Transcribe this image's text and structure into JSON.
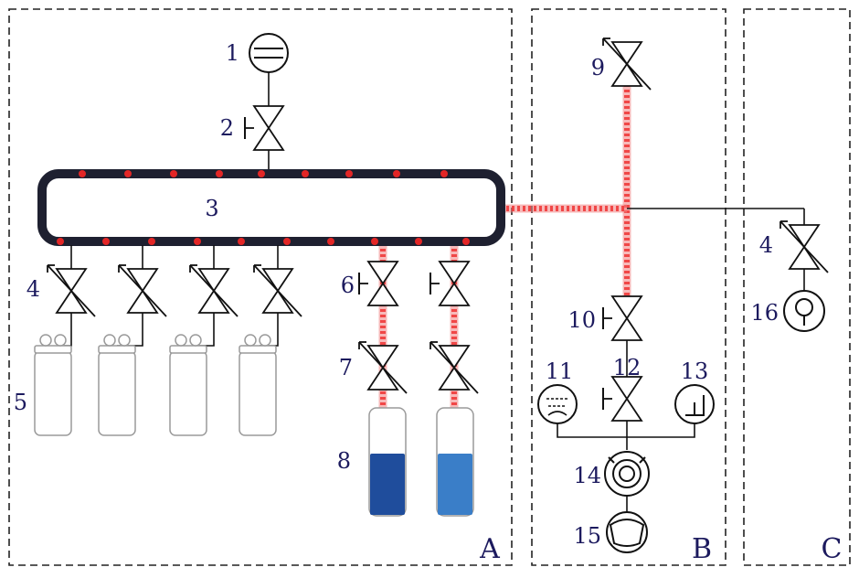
{
  "labels": {
    "n1": "1",
    "n2": "2",
    "n3": "3",
    "n4a": "4",
    "n5": "5",
    "n6": "6",
    "n7": "7",
    "n8": "8",
    "n9": "9",
    "n10": "10",
    "n11": "11",
    "n12": "12",
    "n13": "13",
    "n14": "14",
    "n15": "15",
    "n4c": "4",
    "n16": "16"
  },
  "panels": {
    "a": "A",
    "b": "B",
    "c": "C"
  },
  "colors": {
    "manifold": "#1e2030",
    "liquid_dark": "#1f4d9c",
    "liquid_light": "#3a7ec8",
    "trace": "#e32626",
    "text": "#1c1a5e"
  }
}
